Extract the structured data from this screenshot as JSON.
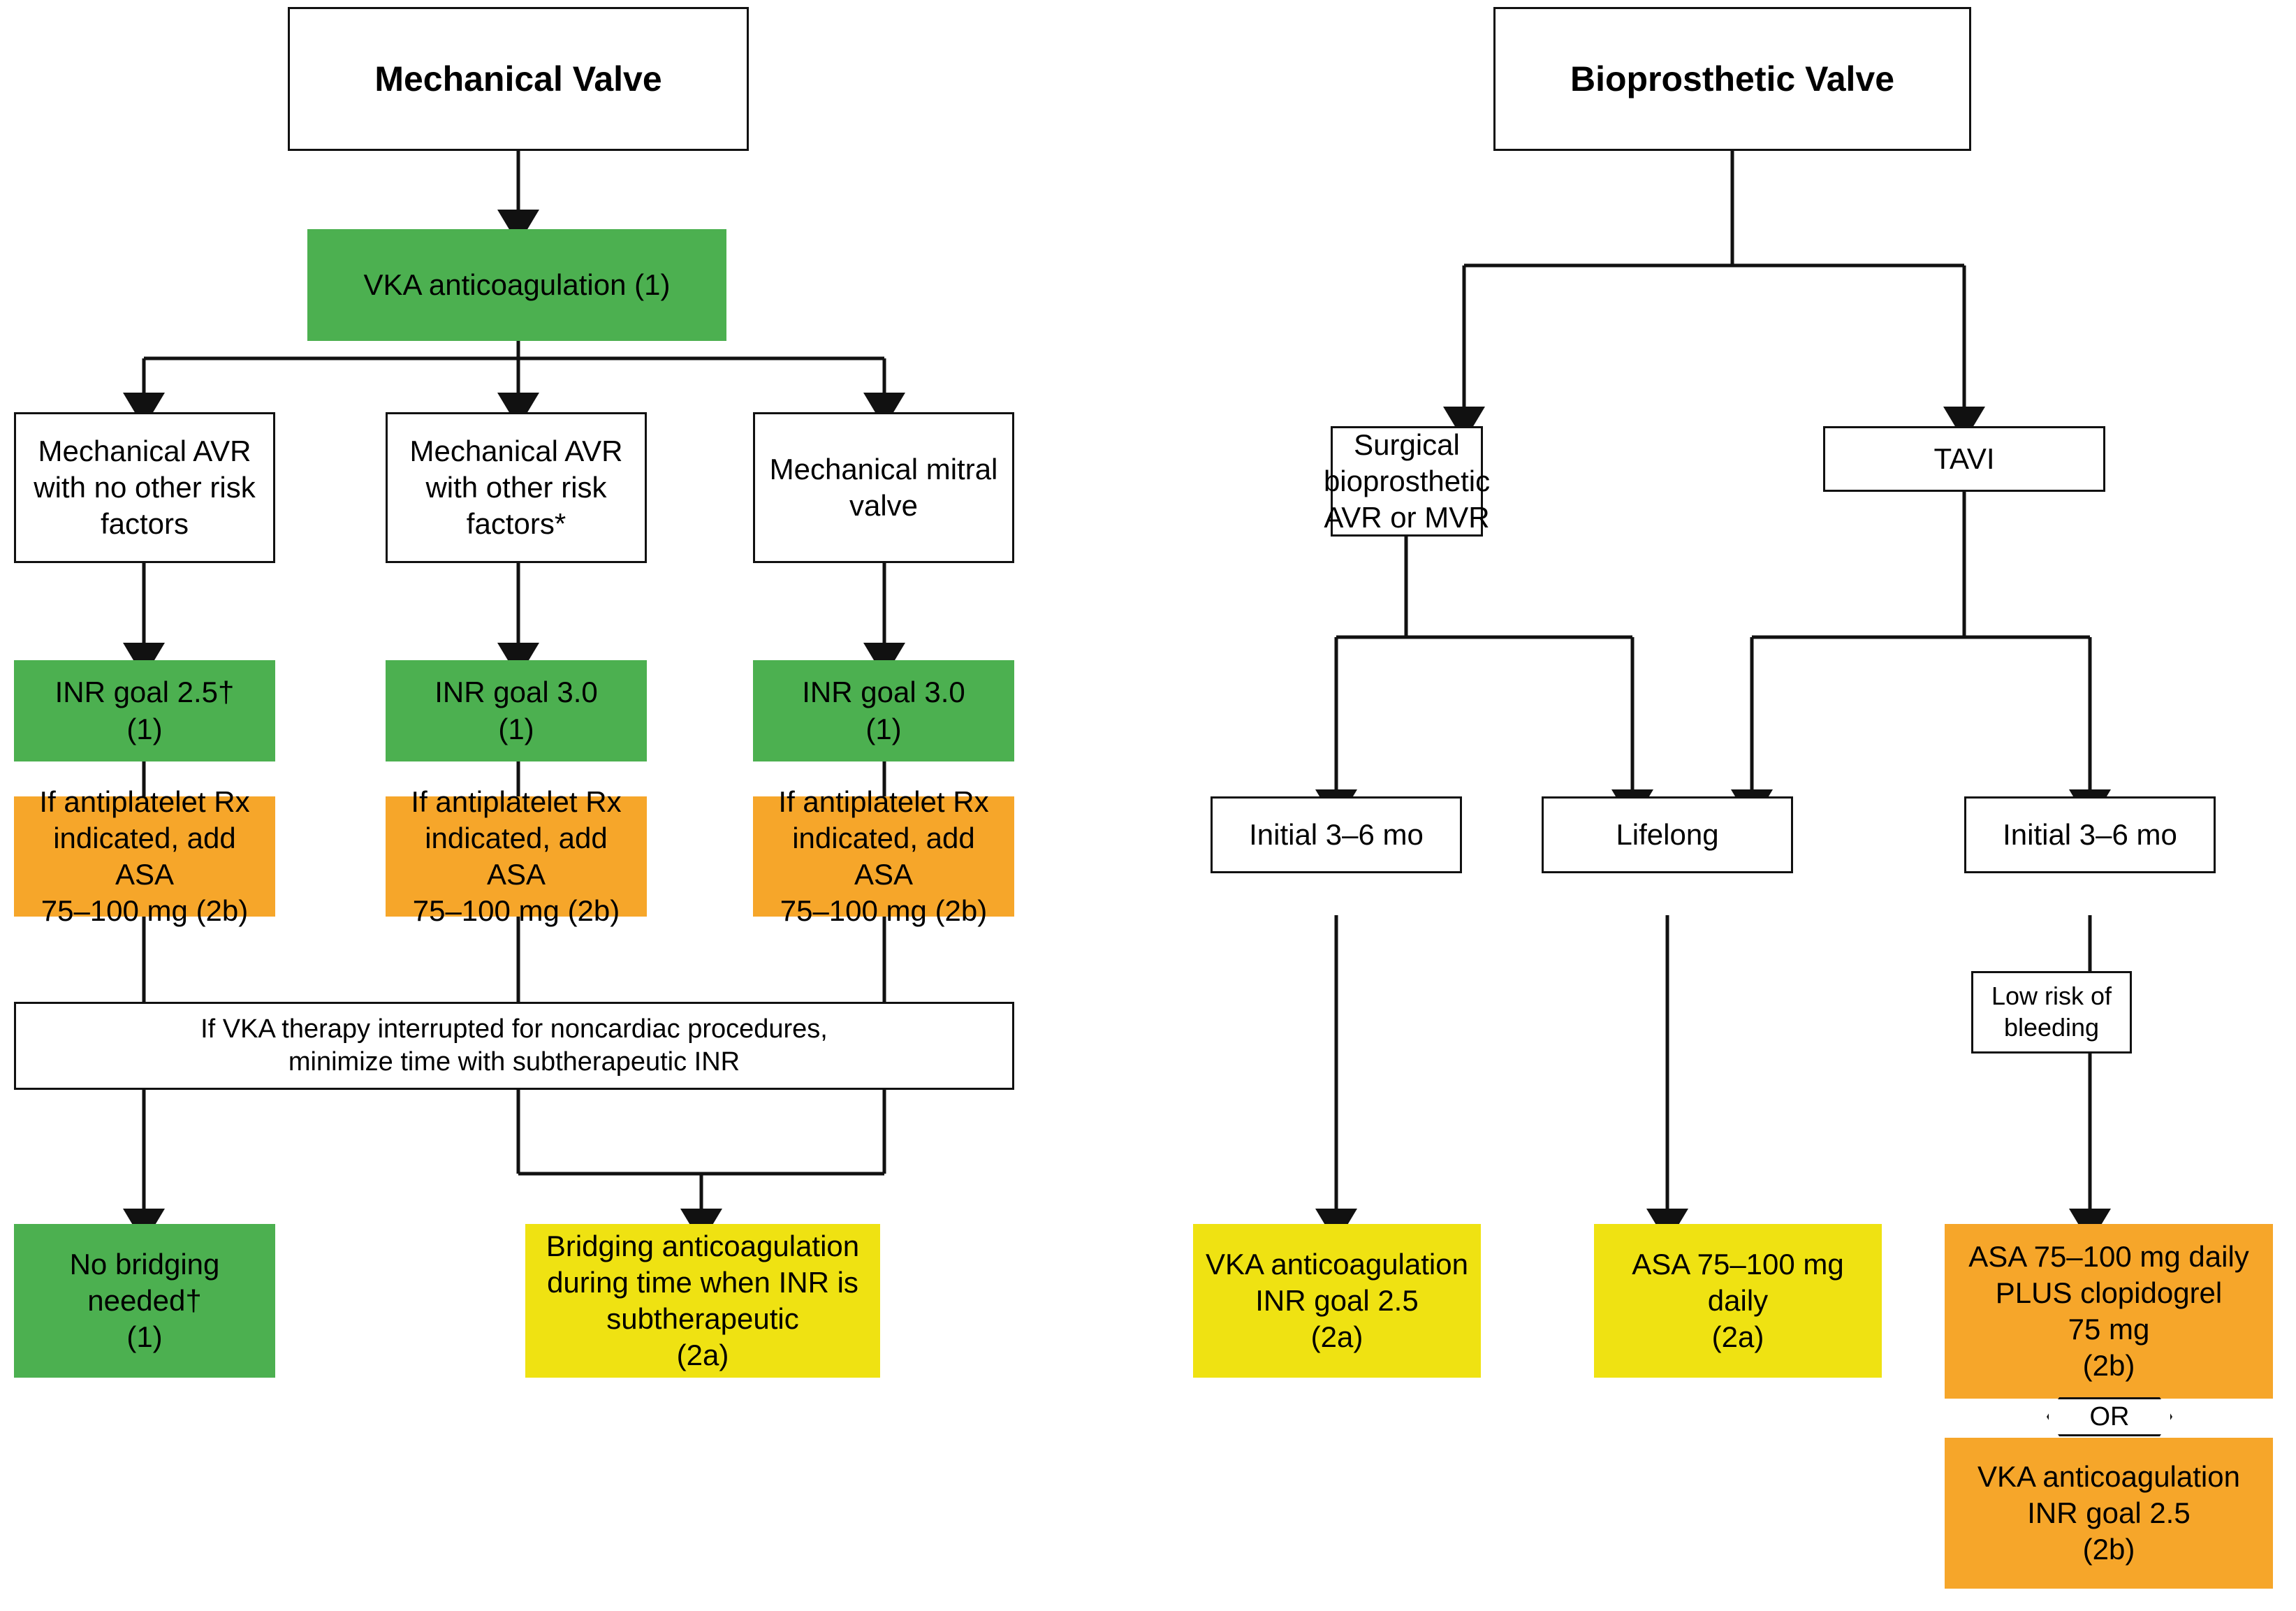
{
  "colors": {
    "green": "#4CB050",
    "orange": "#F6A62A",
    "yellow": "#EFE212",
    "white": "#FFFFFF",
    "line": "#111111"
  },
  "left_branch": {
    "title": "Mechanical Valve",
    "anticoagulation": "VKA anticoagulation (1)",
    "options": [
      {
        "condition": "Mechanical AVR\nwith no other risk\nfactors",
        "inr": "INR goal 2.5†\n(1)",
        "antiplatelet": "If antiplatelet Rx\nindicated, add ASA\n75–100 mg (2b)"
      },
      {
        "condition": "Mechanical AVR\nwith other risk\nfactors*",
        "inr": "INR goal 3.0\n(1)",
        "antiplatelet": "If antiplatelet Rx\nindicated, add ASA\n75–100 mg (2b)"
      },
      {
        "condition": "Mechanical mitral\nvalve",
        "inr": "INR goal 3.0\n(1)",
        "antiplatelet": "If antiplatelet Rx\nindicated, add ASA\n75–100 mg (2b)"
      }
    ],
    "interruption_note": "If VKA therapy interrupted for noncardiac procedures,\nminimize time with subtherapeutic INR",
    "outcomes": [
      {
        "label": "No bridging\nneeded†\n(1)",
        "style": "green"
      },
      {
        "label": "Bridging anticoagulation\nduring time when INR is\nsubtherapeutic\n(2a)",
        "style": "yellow"
      }
    ]
  },
  "right_branch": {
    "title": "Bioprosthetic Valve",
    "procedures": [
      {
        "label": "Surgical\nbioprosthetic\nAVR or MVR"
      },
      {
        "label": "TAVI"
      }
    ],
    "durations": [
      {
        "label": "Initial 3–6 mo"
      },
      {
        "label": "Lifelong"
      },
      {
        "label": "Initial 3–6 mo"
      }
    ],
    "modifier": "Low risk of\nbleeding",
    "therapies": [
      {
        "label": "VKA anticoagulation\nINR goal 2.5\n(2a)",
        "style": "yellow"
      },
      {
        "label": "ASA 75–100 mg\ndaily\n(2a)",
        "style": "yellow"
      },
      {
        "label": "ASA 75–100 mg daily\nPLUS clopidogrel\n75 mg\n(2b)",
        "style": "orange"
      },
      {
        "label": "VKA anticoagulation\nINR goal 2.5\n(2b)",
        "style": "orange"
      }
    ],
    "or_connector": "OR"
  }
}
